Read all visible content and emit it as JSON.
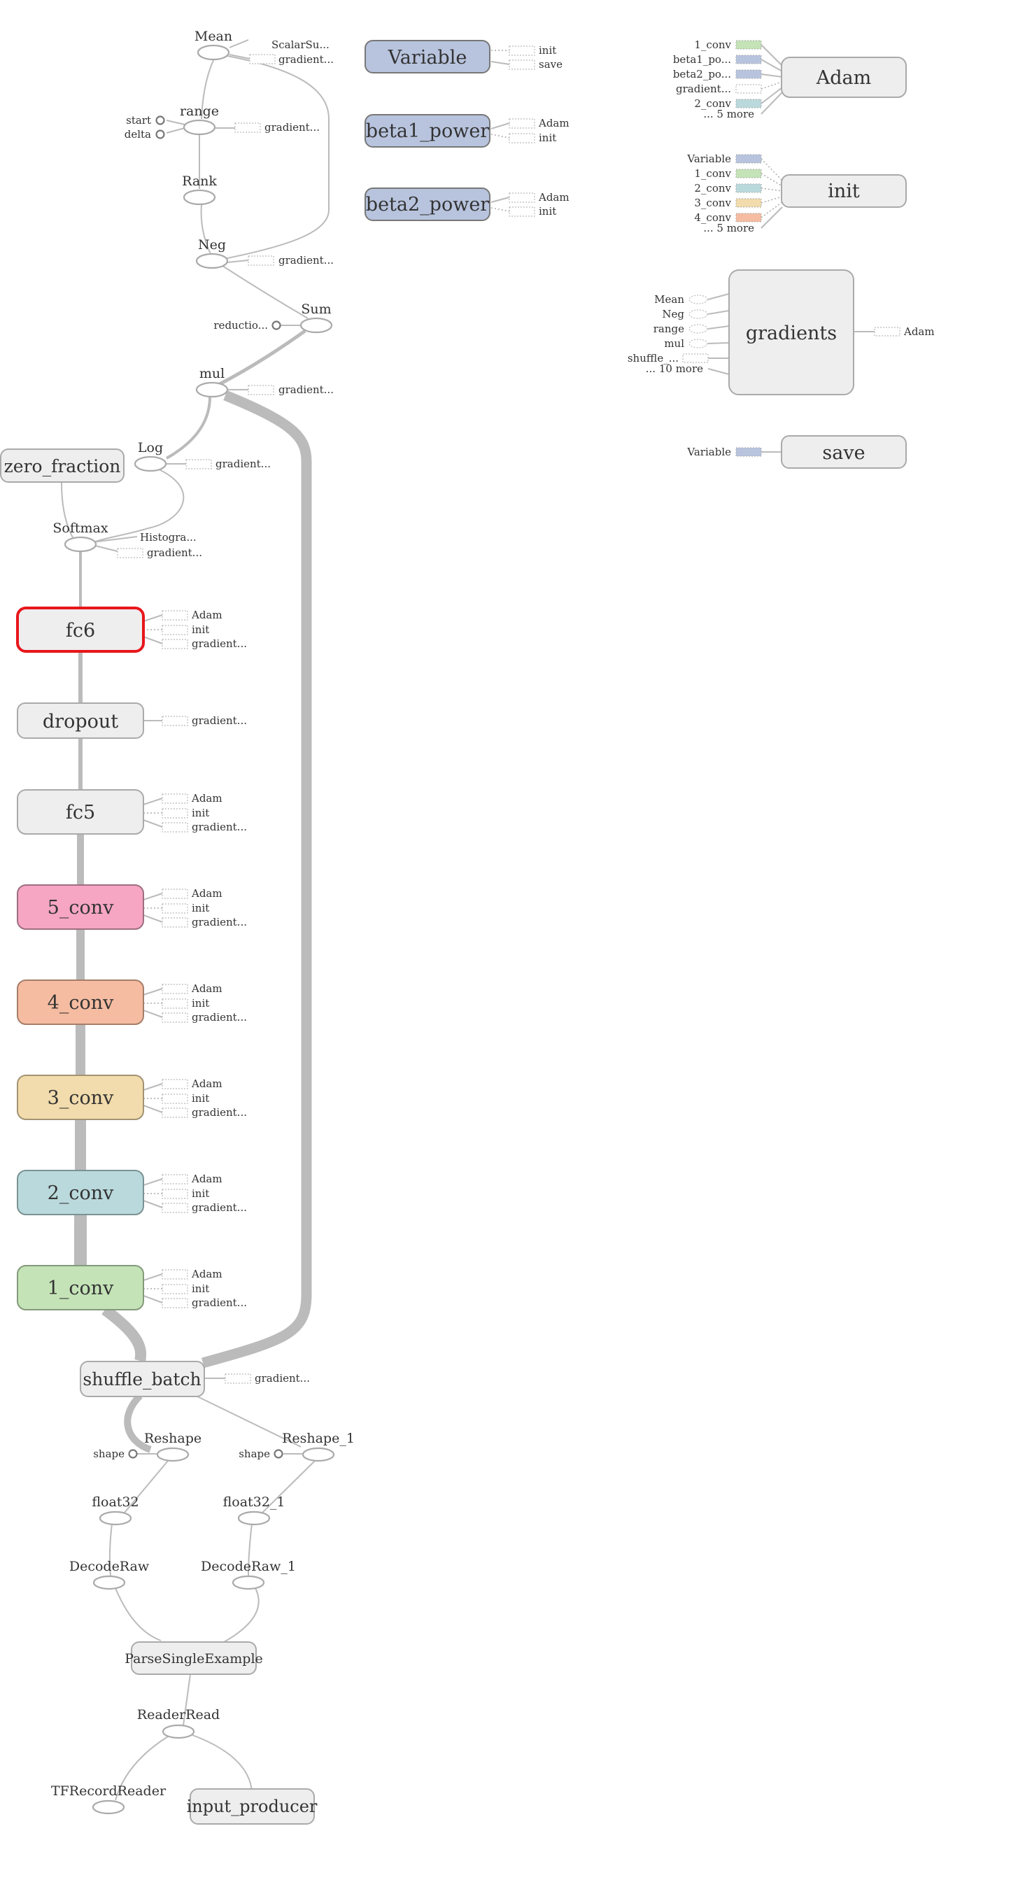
{
  "corner_label": "",
  "colors": {
    "node_default_fill": "#eeeeee",
    "node_default_stroke": "#aaaaaa",
    "variable_fill": "#b8c4de",
    "variable_stroke": "#777777",
    "selected_stroke": "#e8161b",
    "fc6_fill": "#eeeeee",
    "conv5_fill": "#f6a6c2",
    "conv5_stroke": "#9d6e80",
    "conv4_fill": "#f5bca1",
    "conv4_stroke": "#a57e69",
    "conv3_fill": "#f2dbac",
    "conv3_stroke": "#a39373",
    "conv2_fill": "#bad9dc",
    "conv2_stroke": "#7b9294",
    "conv1_fill": "#c4e3b7",
    "conv1_stroke": "#849a7b",
    "edge": "#bbbbbb"
  },
  "groups": {
    "zero_fraction": "zero_fraction",
    "fc6": "fc6",
    "dropout": "dropout",
    "fc5": "fc5",
    "conv5": "5_conv",
    "conv4": "4_conv",
    "conv3": "3_conv",
    "conv2": "2_conv",
    "conv1": "1_conv",
    "shuffle_batch": "shuffle_batch",
    "parse_single_example": "ParseSingleExample",
    "input_producer": "input_producer",
    "variable": "Variable",
    "beta1_power": "beta1_power",
    "beta2_power": "beta2_power",
    "adam": "Adam",
    "init": "init",
    "gradients": "gradients",
    "save": "save"
  },
  "ops": {
    "mean": "Mean",
    "range": "range",
    "rank": "Rank",
    "neg": "Neg",
    "sum": "Sum",
    "mul": "mul",
    "log": "Log",
    "softmax": "Softmax",
    "reshape": "Reshape",
    "reshape_1": "Reshape_1",
    "float32": "float32",
    "float32_1": "float32_1",
    "decode_raw": "DecodeRaw",
    "decode_raw_1": "DecodeRaw_1",
    "reader_read": "ReaderRead",
    "tfrecord_reader": "TFRecordReader"
  },
  "aux": {
    "scalar_su": "ScalarSu...",
    "gradient": "gradient...",
    "start": "start",
    "delta": "delta",
    "reduction": "reductio...",
    "histogra": "Histogra...",
    "adam": "Adam",
    "init": "init",
    "save": "save",
    "shape": "shape"
  },
  "adam_inputs": [
    "1_conv",
    "beta1_po...",
    "beta2_po...",
    "gradient...",
    "2_conv",
    "... 5 more"
  ],
  "init_inputs": [
    "Variable",
    "1_conv",
    "2_conv",
    "3_conv",
    "4_conv",
    "... 5 more"
  ],
  "gradients_inputs": [
    "Mean",
    "Neg",
    "range",
    "mul",
    "shuffle_...",
    "... 10 more"
  ],
  "save_inputs": [
    "Variable"
  ]
}
